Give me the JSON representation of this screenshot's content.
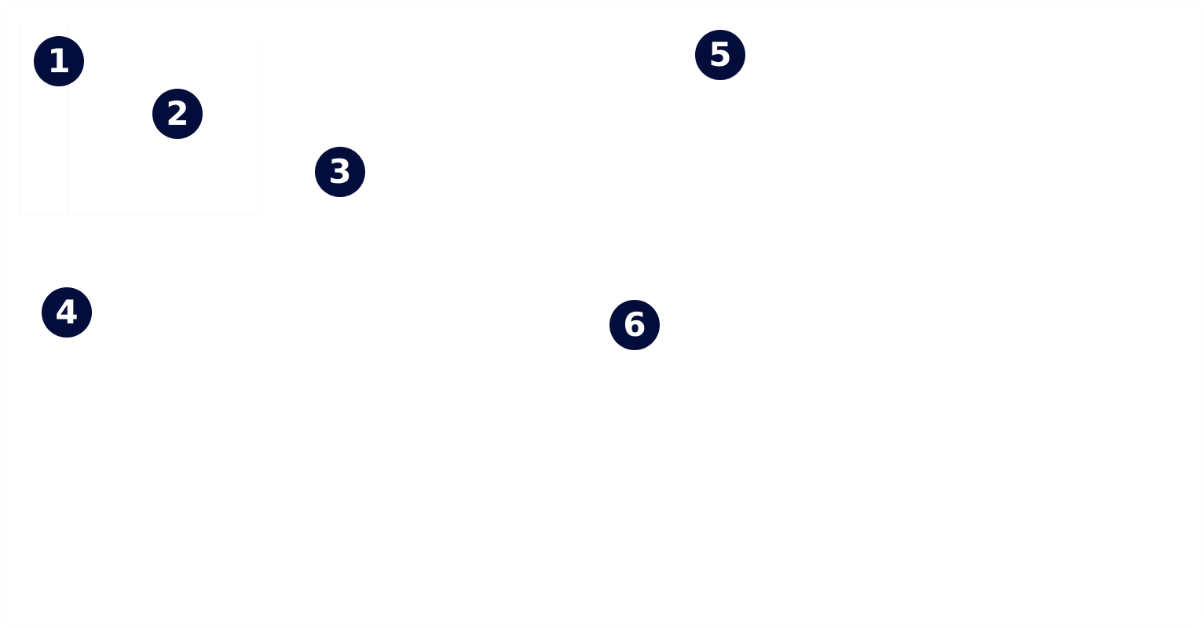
{
  "callouts": [
    {
      "label": "1"
    },
    {
      "label": "2"
    },
    {
      "label": "3"
    },
    {
      "label": "4"
    },
    {
      "label": "5"
    },
    {
      "label": "6"
    }
  ],
  "colors": {
    "badge": "#020d3b",
    "badge_text": "#ffffff",
    "background": "#ffffff"
  }
}
